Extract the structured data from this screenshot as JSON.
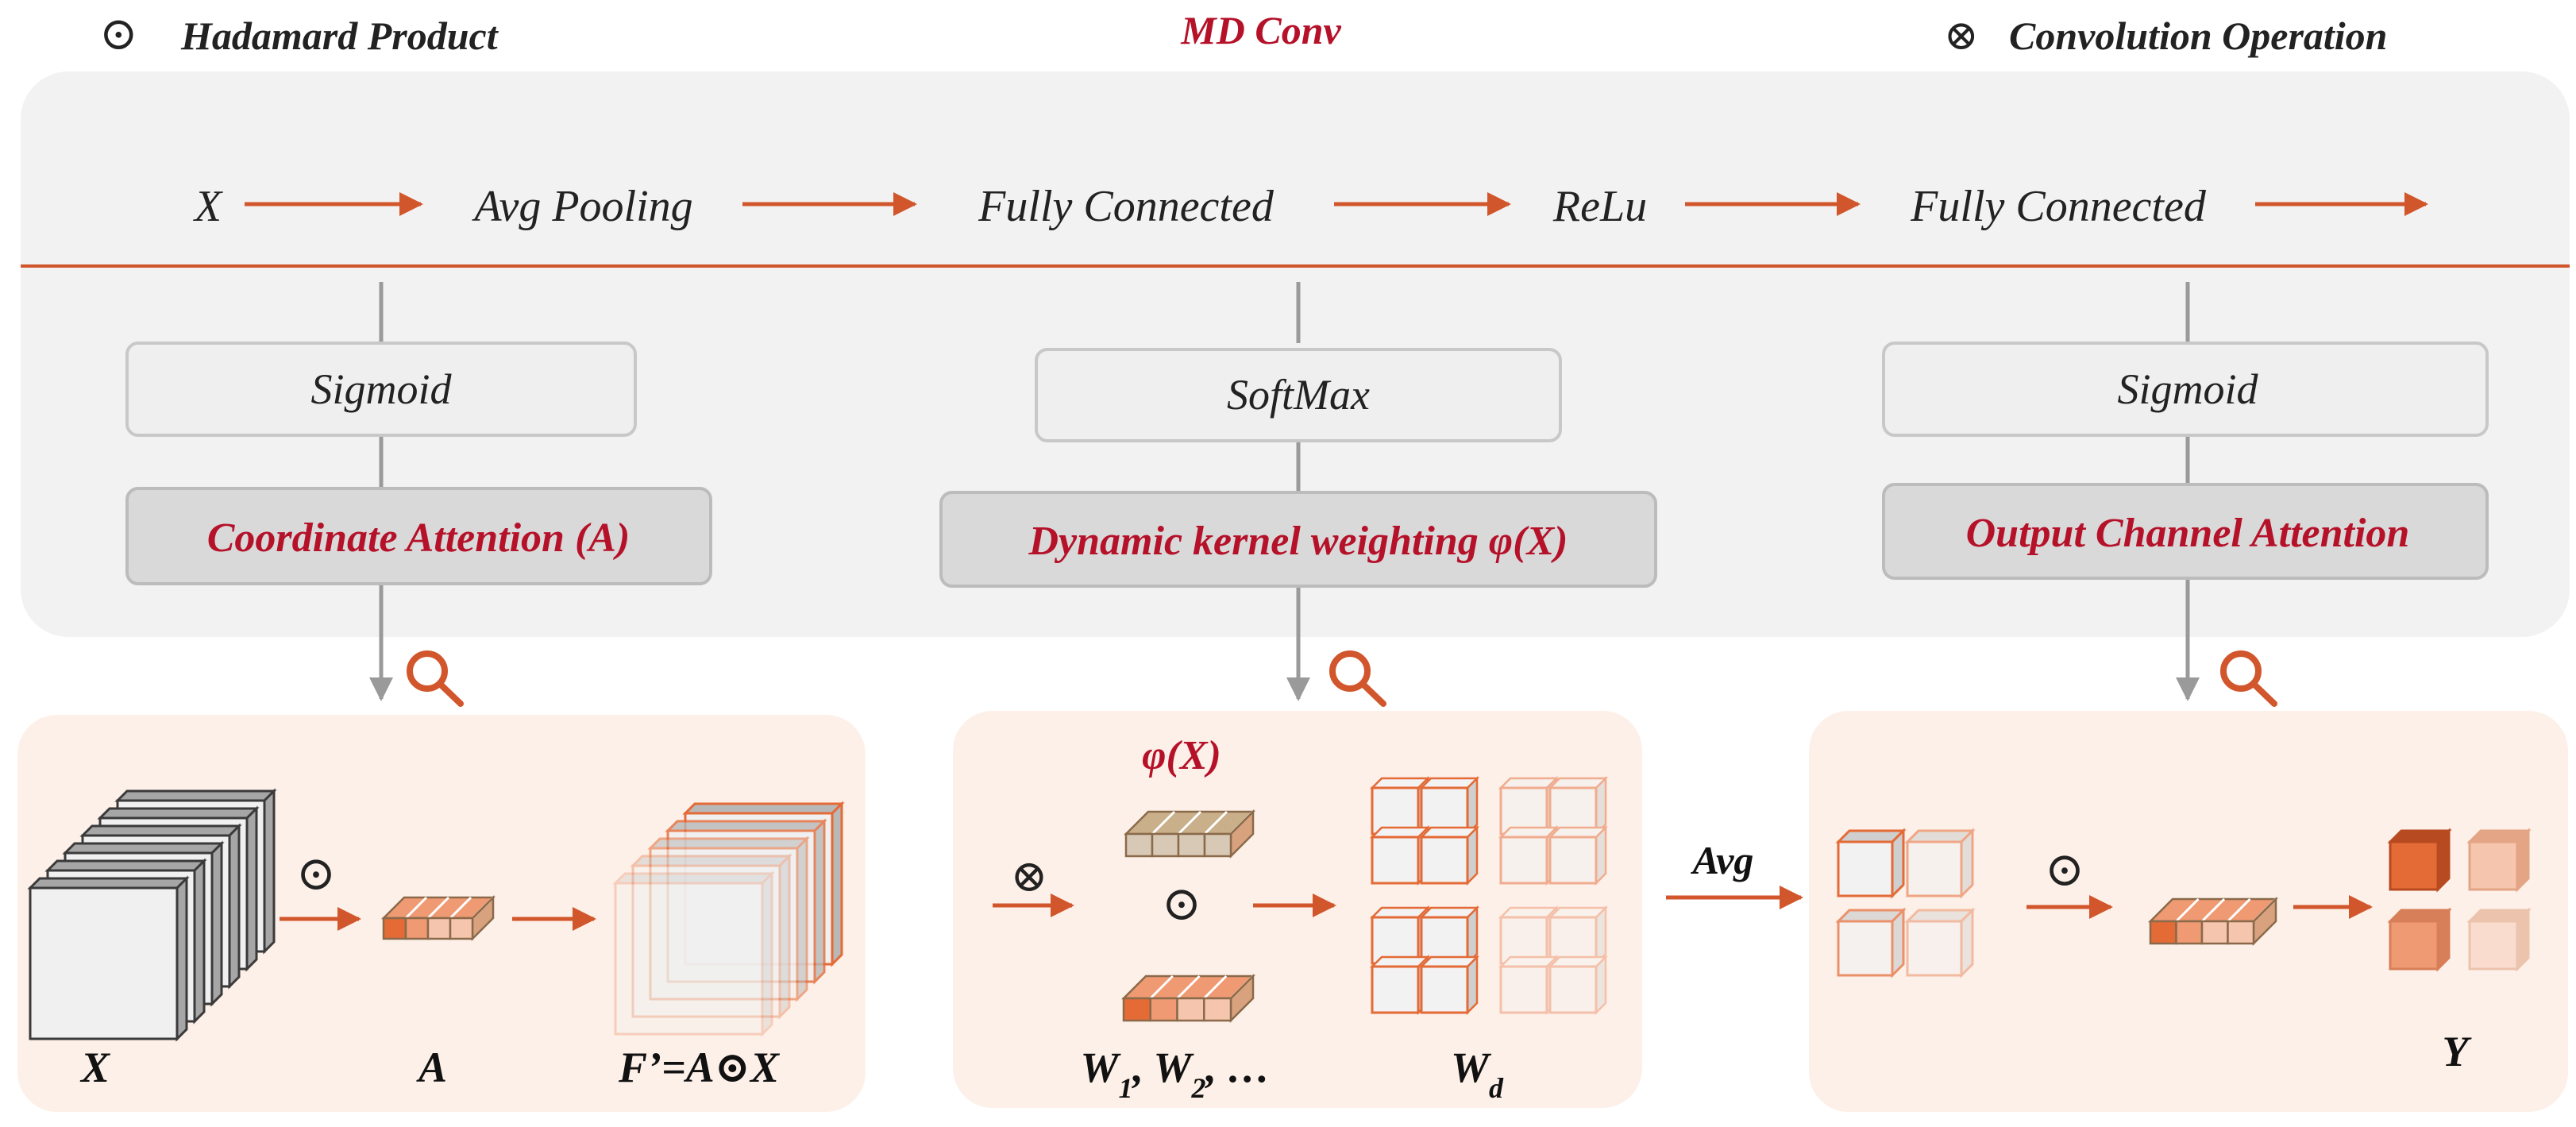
{
  "legend": {
    "hadamard_symbol": "⊙",
    "hadamard_label": "Hadamard Product",
    "title": "MD Conv",
    "conv_symbol": "⊗",
    "conv_label": "Convolution Operation"
  },
  "pipeline": [
    "X",
    "Avg Pooling",
    "Fully Connected",
    "ReLu",
    "Fully Connected"
  ],
  "branches": [
    {
      "activation": "Sigmoid",
      "attention": "Coordinate Attention (A)"
    },
    {
      "activation": "SoftMax",
      "attention": "Dynamic kernel weighting φ(X)"
    },
    {
      "activation": "Sigmoid",
      "attention": "Output Channel Attention"
    }
  ],
  "panel1": {
    "input_label": "X",
    "op_symbol": "⊙",
    "attn_label": "A",
    "output_label": "F’=A⊙X"
  },
  "panel2": {
    "phi_label": "φ(X)",
    "conv_symbol": "⊗",
    "op_symbol": "⊙",
    "weights_label": "W₁, W₂, …",
    "wd_label": "W",
    "wd_sub": "d"
  },
  "avg_label": "Avg",
  "panel3": {
    "op_symbol": "⊙",
    "output_label": "Y"
  },
  "colors": {
    "accent_red": "#b5122a",
    "arrow_orange": "#d2562c",
    "top_panel_bg": "#f2f2f2",
    "bottom_panel_bg": "#fdf0e8",
    "orange_dark": "#e46a36",
    "orange_mid": "#ef9a72",
    "orange_light": "#f6c5ad",
    "orange_pale": "#f9dccd",
    "grey_stripe": "#d8c9b6"
  }
}
